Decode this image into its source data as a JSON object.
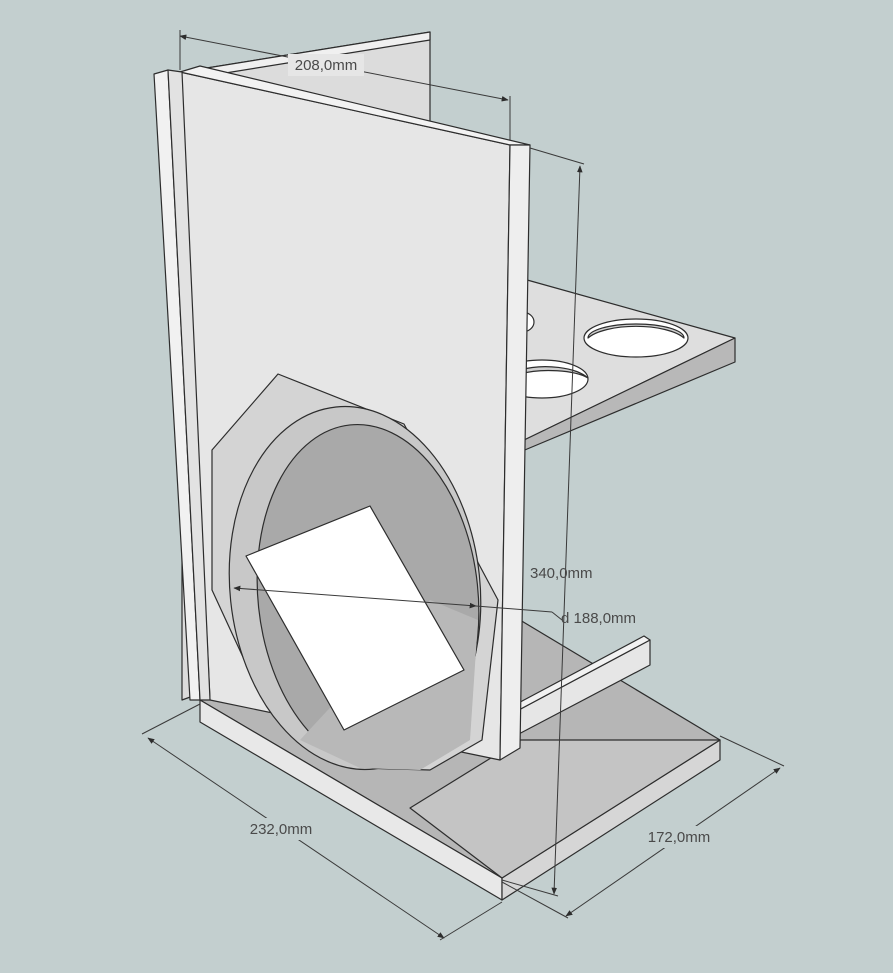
{
  "dimensions": {
    "top_width": "208,0mm",
    "height": "340,0mm",
    "diameter": "d 188,0mm",
    "base_length": "232,0mm",
    "base_depth": "172,0mm"
  },
  "colors": {
    "background": "#c3cfcf",
    "face_light": "#e6e6e6",
    "face_mid": "#d2d2d2",
    "face_dark": "#b4b4b4",
    "paper": "#ffffff",
    "edge": "#2d2d2d"
  }
}
